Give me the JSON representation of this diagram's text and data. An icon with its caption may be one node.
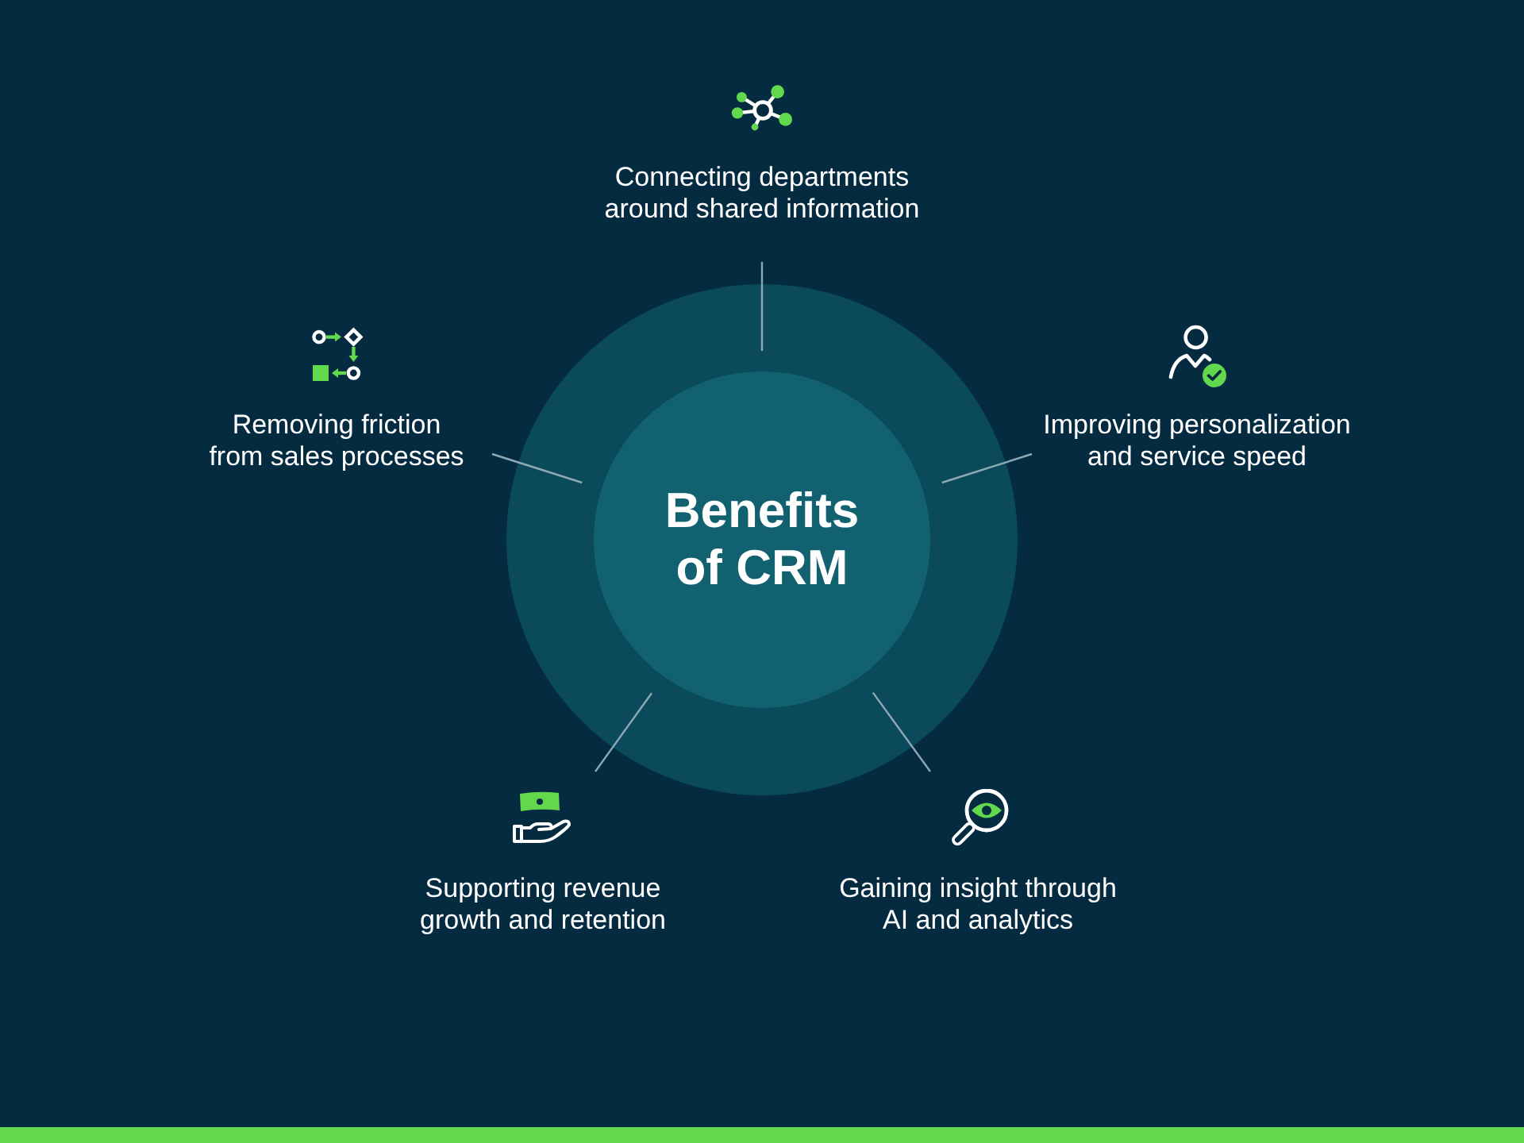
{
  "diagram": {
    "nodes": [
      {
        "text": [
          "Connecting departments around shared information"
        ]
      },
      {
        "text": [
          "Removing friction from sales processes"
        ]
      },
      {
        "text": [
          "Improving personalization and service speed"
        ]
      },
      {
        "text": [],
        "shape": "circle"
      },
      {
        "text": [
          "Benefits of CRM"
        ],
        "in": 3
      },
      {
        "text": [
          "Supporting revenue growth and retention"
        ]
      },
      {
        "text": [
          "Gaining insight through AI and analytics"
        ]
      }
    ],
    "edges": [
      {
        "from": 4,
        "to": 0,
        "arrow": "none"
      },
      {
        "from": 4,
        "to": 1,
        "arrow": "none"
      },
      {
        "from": 4,
        "to": 2,
        "arrow": "none"
      },
      {
        "from": 4,
        "to": 5,
        "arrow": "none"
      },
      {
        "from": 4,
        "to": 6,
        "arrow": "none"
      }
    ]
  }
}
